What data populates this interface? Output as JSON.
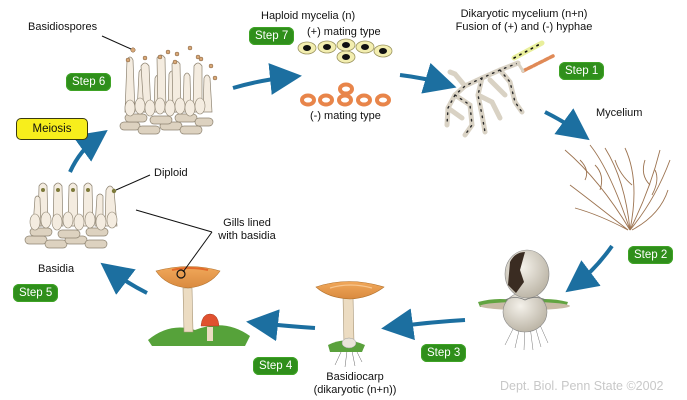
{
  "diagram": {
    "title": "Basidiomycete life cycle",
    "labels": {
      "basidiospores": "Basidiospores",
      "haploid_mycelia": "Haploid mycelia (n)",
      "plus_mating_type": "(+) mating type",
      "minus_mating_type": "(-) mating type",
      "dikaryotic_mycelium_line1": "Dikaryotic mycelium (n+n)",
      "dikaryotic_mycelium_line2": "Fusion of (+) and (-) hyphae",
      "mycelium": "Mycelium",
      "diploid": "Diploid",
      "gills_line1": "Gills lined",
      "gills_line2": "with basidia",
      "basidia": "Basidia",
      "basidiocarp_line1": "Basidiocarp",
      "basidiocarp_line2": "(dikaryotic (n+n))"
    },
    "steps": [
      {
        "id": "step1",
        "label": "Step 1"
      },
      {
        "id": "step2",
        "label": "Step 2"
      },
      {
        "id": "step3",
        "label": "Step 3"
      },
      {
        "id": "step4",
        "label": "Step 4"
      },
      {
        "id": "step5",
        "label": "Step 5"
      },
      {
        "id": "step6",
        "label": "Step 6"
      },
      {
        "id": "step7",
        "label": "Step 7"
      }
    ],
    "meiosis_label": "Meiosis",
    "credit": "Dept. Biol. Penn State ©2002",
    "colors": {
      "step_badge": "#2f8f1b",
      "meiosis_badge": "#f7ee1c",
      "arrow": "#1c6fa0",
      "plus_cell": "#f3eeb0",
      "minus_cell": "#e8854a",
      "mushroom_cap": "#e59a4c",
      "grass": "#4a9a2e"
    }
  }
}
